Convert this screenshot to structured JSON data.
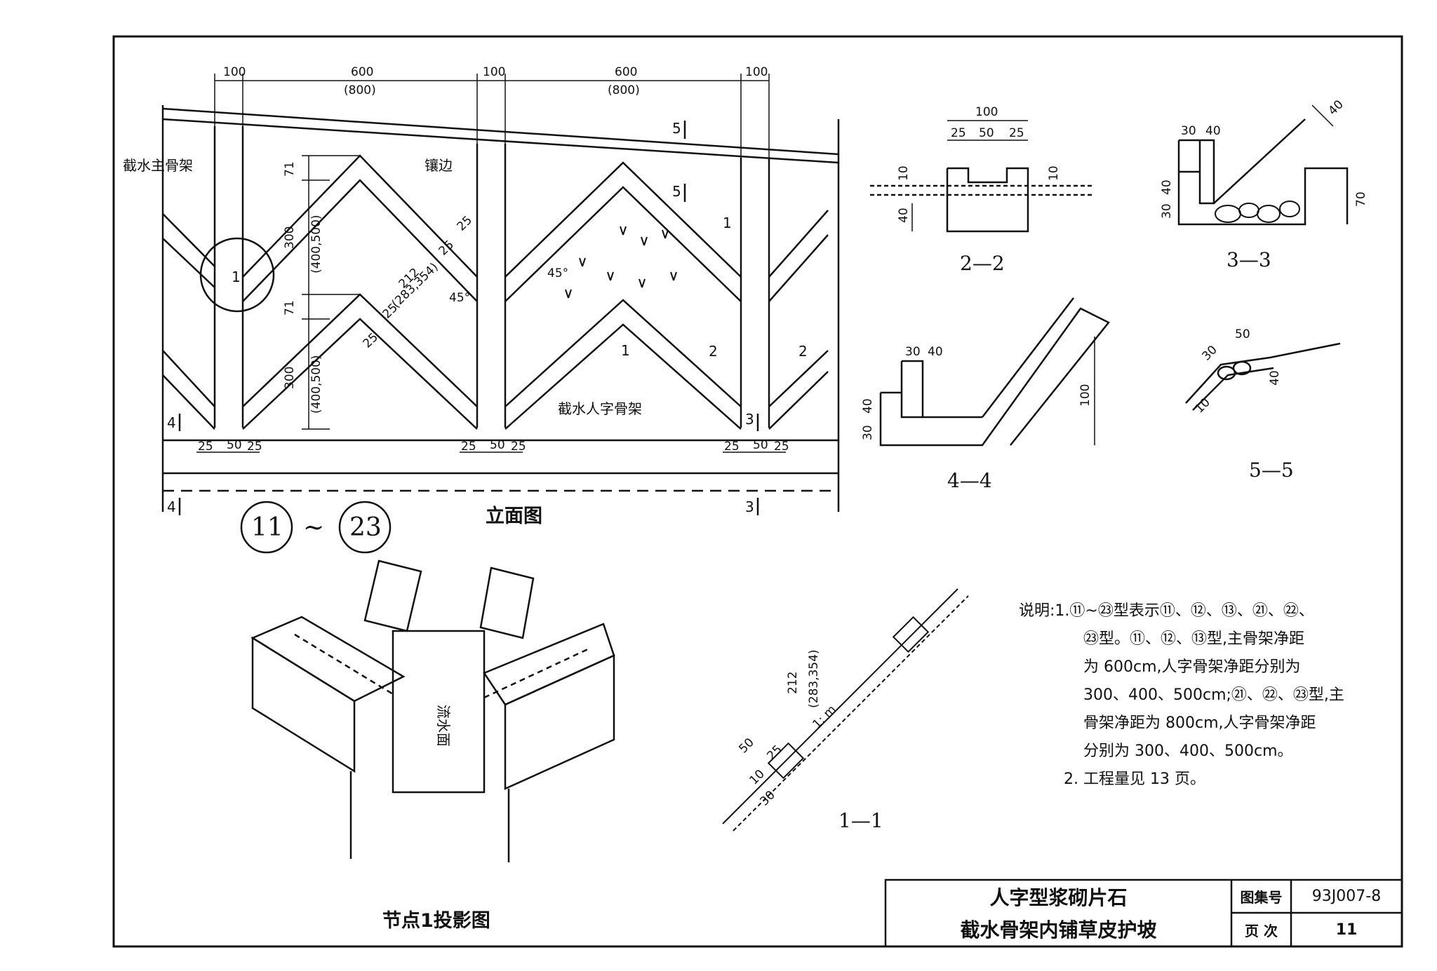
{
  "drawing": {
    "elevation": {
      "title": "立面图",
      "top_dims": [
        "100",
        "600",
        "(800)",
        "100",
        "600",
        "(800)",
        "100"
      ],
      "main_frame_label": "截水主骨架",
      "edging_label": "镶边",
      "herringbone_label": "截水人字骨架",
      "v_dim_71": "71",
      "v_dim_300": "300",
      "v_dim_alt": "(400,500)",
      "diag_212": "212",
      "diag_alt": "(283,354)",
      "d25": "25",
      "angle": "45°",
      "bottom_25": "25",
      "bottom_50": "50",
      "node_mark": "1",
      "cut_1": "1",
      "cut_2": "2",
      "cut_3": "3",
      "cut_4": "4",
      "cut_5": "5"
    },
    "type_range": {
      "from": "11",
      "sep": "~",
      "to": "23"
    },
    "sections": {
      "s22": {
        "label": "2—2",
        "w100": "100",
        "d25": "25",
        "d50": "50",
        "d10": "10",
        "d40": "40"
      },
      "s33": {
        "label": "3—3",
        "d30": "30",
        "d40": "40",
        "d70": "70"
      },
      "s44": {
        "label": "4—4",
        "d30": "30",
        "d40": "40",
        "d100": "100"
      },
      "s55": {
        "label": "5—5",
        "d50": "50",
        "d30": "30",
        "d40": "40",
        "d10": "10"
      },
      "s11": {
        "label": "1—1",
        "d212": "212",
        "alt": "(283,354)",
        "d50": "50",
        "d25": "25",
        "d10": "10",
        "d30": "30",
        "slope": "1: m"
      }
    },
    "projection": {
      "title": "节点1投影图",
      "flow_label": "流水面"
    },
    "notes": {
      "lines": [
        "说明:1.⑪~㉓型表示⑪、⑫、⑬、㉑、㉒、",
        "㉓型。⑪、⑫、⑬型,主骨架净距",
        "为 600cm,人字骨架净距分别为",
        "300、400、500cm;㉑、㉒、㉓型,主",
        "骨架净距为 800cm,人字骨架净距",
        "分别为 300、400、500cm。",
        "2. 工程量见 13 页。"
      ]
    },
    "title_block": {
      "title_line1": "人字型浆砌片石",
      "title_line2": "截水骨架内铺草皮护坡",
      "atlas_label": "图集号",
      "atlas_no": "93J007-8",
      "page_label": "页  次",
      "page_no": "11"
    }
  }
}
